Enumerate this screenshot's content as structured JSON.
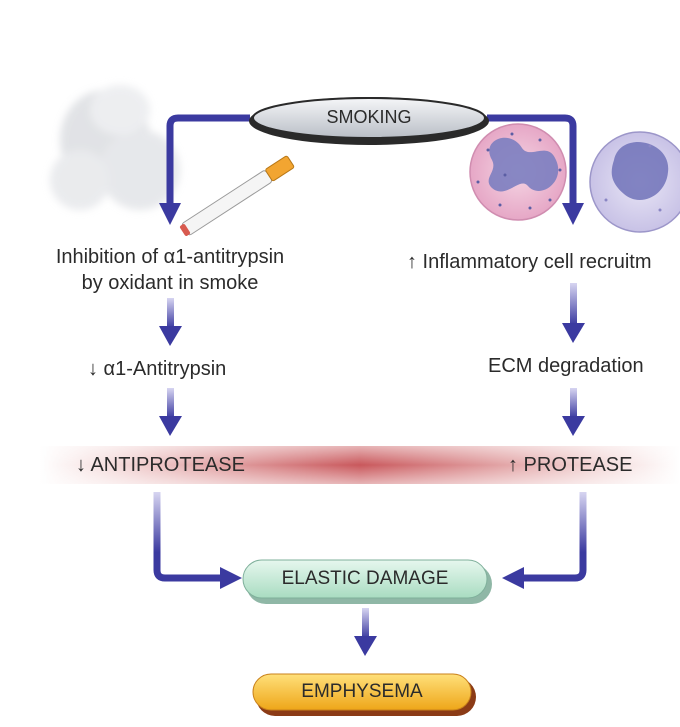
{
  "nodes": {
    "smoking": "SMOKING",
    "inhibition_line1": "Inhibition of α1-antitrypsin",
    "inhibition_line2": "by oxidant in smoke",
    "inflammatory": "↑ Inflammatory cell recruitm",
    "antitrypsin": "↓ α1-Antitrypsin",
    "ecm": "ECM degradation",
    "antiprotease": "↓ ANTIPROTEASE",
    "protease": "↑ PROTEASE",
    "elastic_damage": "ELASTIC DAMAGE",
    "emphysema": "EMPHYSEMA"
  },
  "colors": {
    "arrow": "#3b3aa0",
    "arrow_light": "#b9b6e3",
    "band": "#c9585c",
    "elastic_fill": "#cfeedd",
    "emphysema_fill": "#f7c32c",
    "smoking_fill": "#d9dde3"
  },
  "icons": [
    "smoke-cloud-icon",
    "cigarette-icon",
    "neutrophil-cell-icon",
    "macrophage-cell-icon"
  ]
}
